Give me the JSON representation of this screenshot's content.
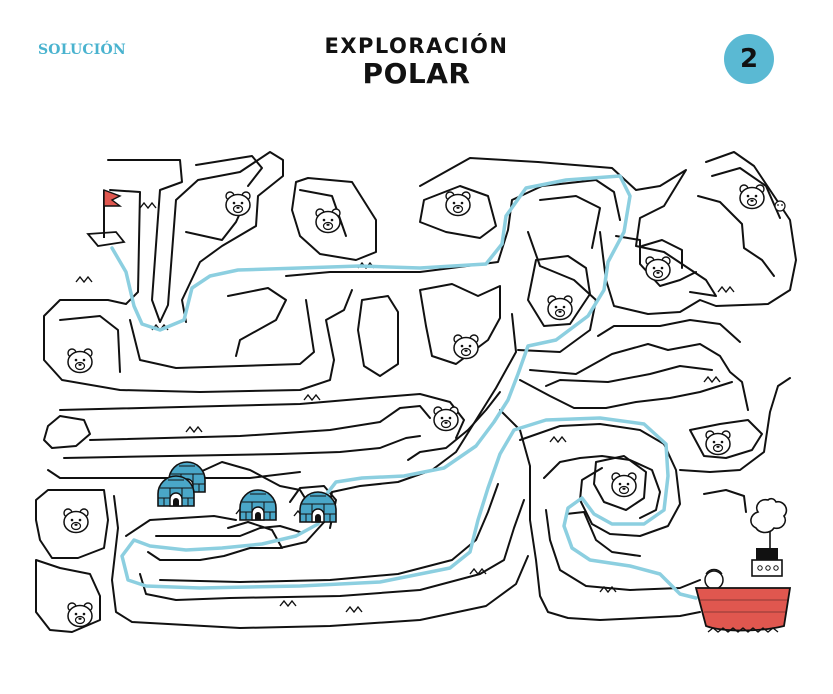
{
  "header": {
    "solution_label": "SOLUCIÓN",
    "title_line1": "EXPLORACIÓN",
    "title_line2": "POLAR",
    "page_number": "2"
  },
  "colors": {
    "accent": "#5ab9d3",
    "path": "#8ccfe0",
    "ink": "#111111",
    "igloo": "#4aa7c8",
    "ship_hull": "#e0574f"
  },
  "icons": {
    "start": "flag-icon",
    "goal": "ship-icon",
    "character": "polar-bear-icon",
    "shelter": "igloo-icon"
  }
}
